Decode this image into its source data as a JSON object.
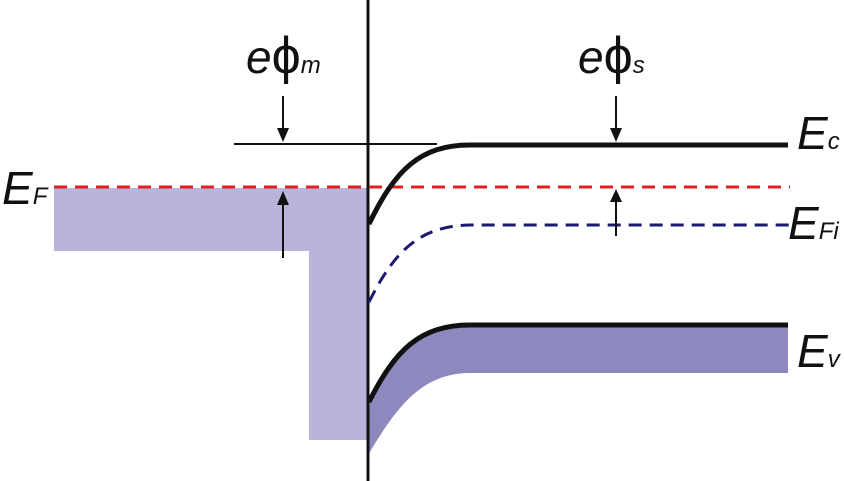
{
  "labels": {
    "e_phi_m": {
      "e": "e",
      "phi": "ϕ",
      "sub": "m"
    },
    "e_phi_s": {
      "e": "e",
      "phi": "ϕ",
      "sub": "s"
    },
    "E_c": {
      "main": "E",
      "sub": "c"
    },
    "E_F": {
      "main": "E",
      "sub": "F"
    },
    "E_Fi": {
      "main": "E",
      "sub": "Fi"
    },
    "E_v": {
      "main": "E",
      "sub": "v"
    }
  },
  "colors": {
    "fermi_level": "#e02020",
    "intrinsic_level": "#1a1a6e",
    "metal_fill": "#b8b4da",
    "valence_fill": "#8d88bd",
    "band_edge": "#111111"
  }
}
